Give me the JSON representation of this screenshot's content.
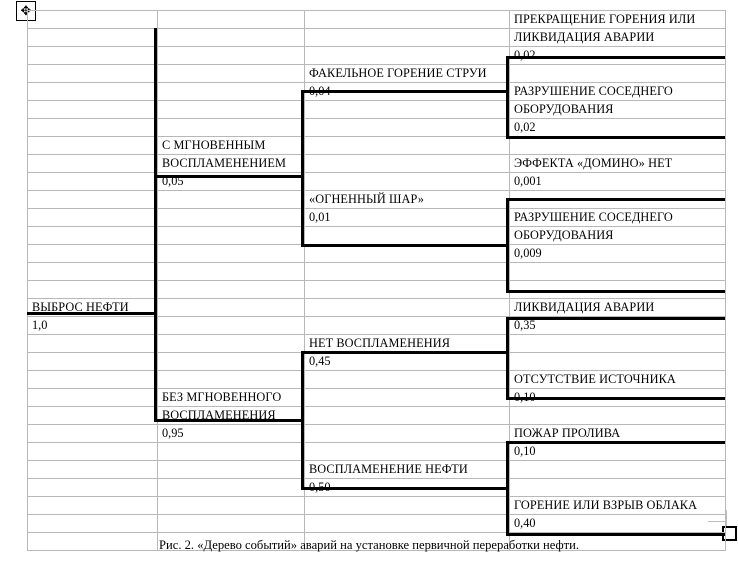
{
  "object_frame": {
    "move_handle_icon": "move-four-arrows-icon",
    "move_handle_glyph": "✥",
    "resize_handle_icon": "resize-square-handle-icon"
  },
  "diagram": {
    "type": "event-tree",
    "caption": "Рис. 2.  «Дерево событий» аварий на установке первичной переработки нефти.",
    "initiating_event": {
      "label": "ВЫБРОС НЕФТИ",
      "probability": "1,0"
    },
    "branches": [
      {
        "label": "С МГНОВЕННЫМ ВОСПЛАМЕНЕНИЕМ",
        "probability": "0,05",
        "children": [
          {
            "label": "ФАКЕЛЬНОЕ ГОРЕНИЕ СТРУИ",
            "probability": "0,04",
            "outcomes": [
              {
                "label": "ПРЕКРАЩЕНИЕ ГОРЕНИЯ ИЛИ ЛИКВИДАЦИЯ АВАРИИ",
                "probability": "0,02"
              },
              {
                "label": "РАЗРУШЕНИЕ СОСЕДНЕГО ОБОРУДОВАНИЯ",
                "probability": "0,02"
              }
            ]
          },
          {
            "label": "«ОГНЕННЫЙ  ШАР»",
            "probability": "0,01",
            "outcomes": [
              {
                "label": "ЭФФЕКТА «ДОМИНО» НЕТ",
                "probability": "0,001"
              },
              {
                "label": "РАЗРУШЕНИЕ СОСЕДНЕГО ОБОРУДОВАНИЯ",
                "probability": "0,009"
              }
            ]
          }
        ]
      },
      {
        "label": "БЕЗ МГНОВЕННОГО ВОСПЛАМЕНЕНИЯ",
        "probability": "0,95",
        "children": [
          {
            "label": "НЕТ ВОСПЛАМЕНЕНИЯ",
            "probability": "0,45",
            "outcomes": [
              {
                "label": "ЛИКВИДАЦИЯ АВАРИИ",
                "probability": "0,35"
              },
              {
                "label": "ОТСУТСТВИЕ ИСТОЧНИКА",
                "probability": "0,10"
              }
            ]
          },
          {
            "label": "ВОСПЛАМЕНЕНИЕ  НЕФТИ",
            "probability": "0,50",
            "outcomes": [
              {
                "label": "ПОЖАР ПРОЛИВА",
                "probability": "0,10"
              },
              {
                "label": "ГОРЕНИЕ ИЛИ ВЗРЫВ ОБЛАКА",
                "probability": "0,40"
              }
            ]
          }
        ]
      }
    ],
    "cells": {
      "c_prekr_1": "ПРЕКРАЩЕНИЕ ГОРЕНИЯ ИЛИ",
      "c_prekr_2": "ЛИКВИДАЦИЯ АВАРИИ",
      "c_prekr_p": "0,02",
      "c_razr1_1": "РАЗРУШЕНИЕ СОСЕДНЕГО",
      "c_razr1_2": "ОБОРУДОВАНИЯ",
      "c_razr1_p": "0,02",
      "c_fakel": "ФАКЕЛЬНОЕ ГОРЕНИЕ СТРУИ",
      "c_fakel_p": "0,04",
      "c_domino": "ЭФФЕКТА «ДОМИНО» НЕТ",
      "c_domino_p": "0,001",
      "c_razr2_1": "РАЗРУШЕНИЕ СОСЕДНЕГО",
      "c_razr2_2": "ОБОРУДОВАНИЯ",
      "c_razr2_p": "0,009",
      "c_shar": "«ОГНЕННЫЙ  ШАР»",
      "c_shar_p": "0,01",
      "c_mgn_1": "С МГНОВЕННЫМ",
      "c_mgn_2": "ВОСПЛАМЕНЕНИЕМ",
      "c_mgn_p": "0,05",
      "c_vybros": "ВЫБРОС НЕФТИ",
      "c_vybros_p": "1,0",
      "c_likv": "ЛИКВИДАЦИЯ АВАРИИ",
      "c_likv_p": "0,35",
      "c_netvosp": "НЕТ ВОСПЛАМЕНЕНИЯ",
      "c_netvosp_p": "0,45",
      "c_otsut": "ОТСУТСТВИЕ ИСТОЧНИКА",
      "c_otsut_p": "0,10",
      "c_bezmgn_1": "БЕЗ МГНОВЕННОГО",
      "c_bezmgn_2": "ВОСПЛАМЕНЕНИЯ",
      "c_bezmgn_p": "0,95",
      "c_pozhar": "ПОЖАР ПРОЛИВА",
      "c_pozhar_p": "0,10",
      "c_vospl": "ВОСПЛАМЕНЕНИЕ  НЕФТИ",
      "c_vospl_p": "0,50",
      "c_gorenie": "ГОРЕНИЕ ИЛИ ВЗРЫВ ОБЛАКА",
      "c_gorenie_p": "0,40"
    }
  },
  "colors": {
    "grid_line": "#b8b8b8",
    "tree_line": "#000000",
    "text": "#000000",
    "background": "#ffffff"
  }
}
